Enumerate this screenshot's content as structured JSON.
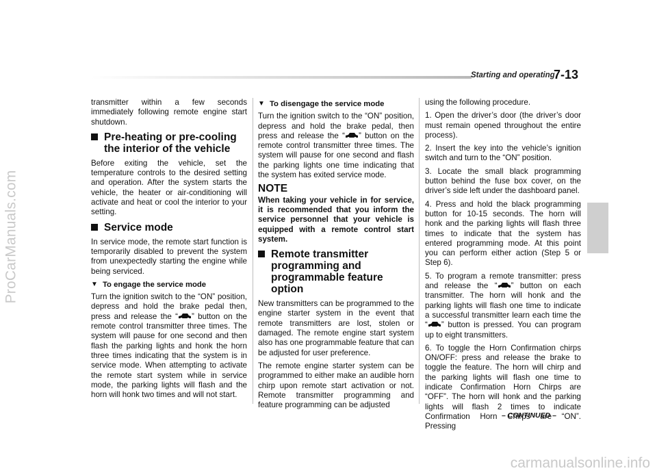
{
  "watermarks": {
    "side": "ProCarManuals.com",
    "bottom": "carmanualsonline.info"
  },
  "header": {
    "title": "Starting and operating",
    "page": "7-13"
  },
  "col1": {
    "p_intro": "transmitter within a few seconds immediately following remote engine start shutdown.",
    "h_preheat": "Pre-heating or pre-cooling the interior of the vehicle",
    "p_preheat": "Before exiting the vehicle, set the temperature controls to the desired setting and operation. After the system starts the vehicle, the heater or air-conditioning will activate and heat or cool the interior to your setting.",
    "h_service": "Service mode",
    "p_service": "In service mode, the remote start function is temporarily disabled to prevent the system from unexpectedly starting the engine while being serviced.",
    "h_engage": "To engage the service mode",
    "p_engage_a": "Turn the ignition switch to the “ON” position, depress and hold the brake pedal then, press and release the “",
    "p_engage_b": "” button on the remote control transmitter three times. The system will pause for one second and then flash the parking lights and honk the horn three times indicating that the system is in service mode. When attempting to activate the remote start system while in service mode, the parking lights will flash and the horn will honk two times and will not start."
  },
  "col2": {
    "h_disengage": "To disengage the service mode",
    "p_disengage_a": "Turn the ignition switch to the “ON” position, depress and hold the brake pedal, then press and release the “",
    "p_disengage_b": "” button on the remote control transmitter three times. The system will pause for one second and flash the parking lights one time indicating that the system has exited service mode.",
    "note_heading": "NOTE",
    "p_note": "When taking your vehicle in for service, it is recommended that you inform the service personnel that your vehicle is equipped with a remote control start system.",
    "h_remote": "Remote transmitter programming and programmable feature option",
    "p_remote1": "New transmitters can be programmed to the engine starter system in the event that remote transmitters are lost, stolen or damaged. The remote engine start system also has one programmable feature that can be adjusted for user preference.",
    "p_remote2": "The remote engine starter system can be programmed to either make an audible horn chirp upon remote start activation or not. Remote transmitter programming and feature programming can be adjusted"
  },
  "col3": {
    "p_using": "using the following procedure.",
    "step1": "1. Open the driver’s door (the driver’s door must remain opened throughout the entire process).",
    "step2": "2. Insert the key into the vehicle’s ignition switch and turn to the “ON” position.",
    "step3": "3. Locate the small black programming button behind the fuse box cover, on the driver’s side left under the dashboard panel.",
    "step4": "4. Press and hold the black programming button for 10-15 seconds. The horn will honk and the parking lights will flash three times to indicate that the system has entered programming mode. At this point you can perform either action (Step 5 or Step 6).",
    "step5_a": "5. To program a remote transmitter: press and release the “",
    "step5_b": "” button on each transmitter. The horn will honk and the parking lights will flash one time to indicate a successful transmitter learn each time the “",
    "step5_c": "” button is pressed. You can program up to eight transmitters.",
    "step6": "6. To toggle the Horn Confirmation chirps ON/OFF: press and release the brake to toggle the feature. The horn will chirp and the parking lights will flash one time to indicate Confirmation Horn Chirps are “OFF”. The horn will honk and the parking lights will flash 2 times to indicate Confirmation Horn Chirps are “ON”. Pressing"
  },
  "footer": {
    "continued": "– CONTINUED –"
  },
  "icons": {
    "section_marker": "filled-square",
    "sub_marker": "down-triangle",
    "remote_button": "car-icon"
  }
}
